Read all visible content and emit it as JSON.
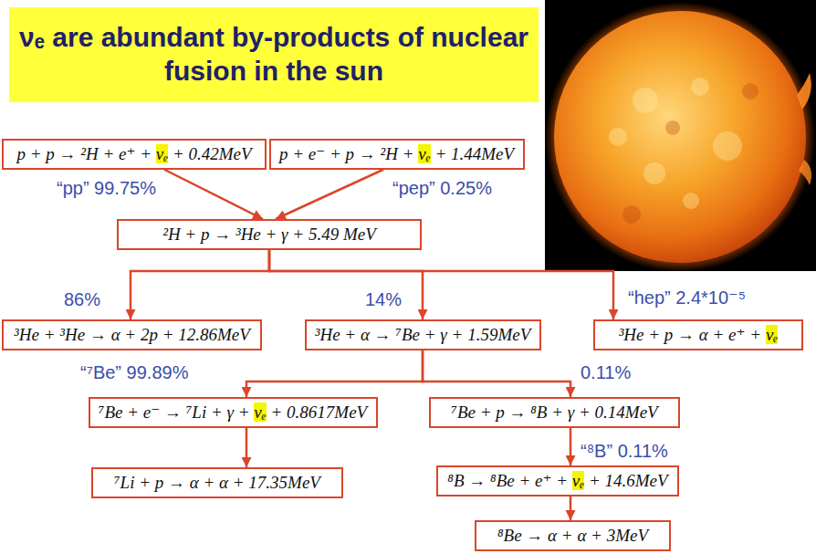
{
  "diagram": {
    "title": "νₑ are abundant by-products of nuclear fusion in the sun",
    "nodes": [
      {
        "text": [
          "p + p → ²H + e⁺ + νₑ + 0.42MeV"
        ]
      },
      {
        "text": [
          "p + e⁻ + p → ²H + νₑ + 1.44MeV"
        ]
      },
      {
        "text": [
          "²H + p → ³He + γ + 5.49 MeV"
        ]
      },
      {
        "text": [
          "³He + ³He → α + 2p + 12.86MeV"
        ]
      },
      {
        "text": [
          "³He + α → ⁷Be + γ + 1.59MeV"
        ]
      },
      {
        "text": [
          "³He + p → α + e⁺ + νₑ"
        ]
      },
      {
        "text": [
          "⁷Be + e⁻ → ⁷Li + γ + νₑ + 0.8617MeV"
        ]
      },
      {
        "text": [
          "⁷Be + p → ⁸B + γ + 0.14MeV"
        ]
      },
      {
        "text": [
          "⁷Li + p → α + α + 17.35MeV"
        ]
      },
      {
        "text": [
          "⁸B → ⁸Be + e⁺ + νₑ + 14.6MeV"
        ]
      },
      {
        "text": [
          "⁸Be → α + α + 3MeV"
        ]
      }
    ],
    "edges": [
      {
        "from": 0,
        "to": 2,
        "arrow": "to"
      },
      {
        "from": 1,
        "to": 2,
        "arrow": "to"
      },
      {
        "from": 2,
        "to": 3,
        "arrow": "to"
      },
      {
        "from": 2,
        "to": 4,
        "arrow": "to"
      },
      {
        "from": 2,
        "to": 5,
        "arrow": "to"
      },
      {
        "from": 4,
        "to": 6,
        "arrow": "to"
      },
      {
        "from": 4,
        "to": 7,
        "arrow": "to"
      },
      {
        "from": 6,
        "to": 8,
        "arrow": "to"
      },
      {
        "from": 7,
        "to": 9,
        "arrow": "to"
      },
      {
        "from": 9,
        "to": 10,
        "arrow": "to"
      }
    ],
    "labels": [
      "“pp” 99.75%",
      "“pep” 0.25%",
      "86%",
      "14%",
      "“hep” 2.4*10⁻⁵",
      "“⁷Be” 99.89%",
      "0.11%",
      "“⁸B” 0.11%"
    ]
  }
}
